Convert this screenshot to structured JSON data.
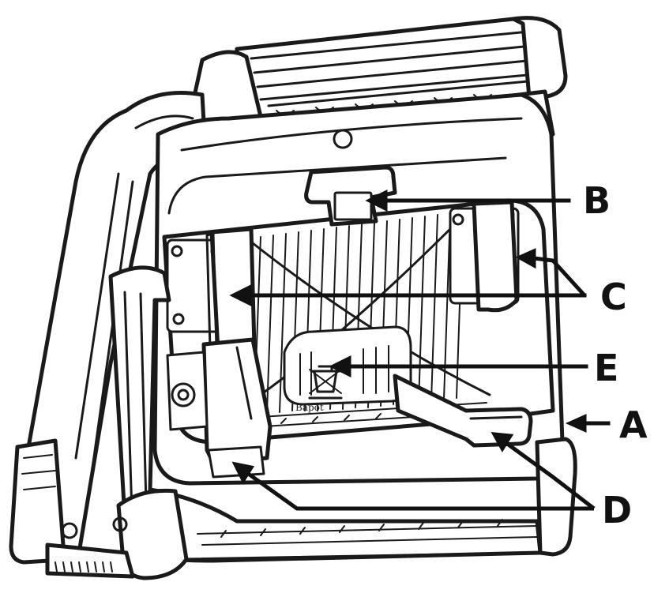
{
  "diagram": {
    "callouts": [
      {
        "id": "A",
        "label": "A"
      },
      {
        "id": "B",
        "label": "B"
      },
      {
        "id": "C",
        "label": "C"
      },
      {
        "id": "D",
        "label": "D"
      },
      {
        "id": "E",
        "label": "E"
      }
    ],
    "brand_mark": "Bapot",
    "colors": {
      "ink": "#1a1a1a",
      "paper": "#ffffff"
    }
  }
}
